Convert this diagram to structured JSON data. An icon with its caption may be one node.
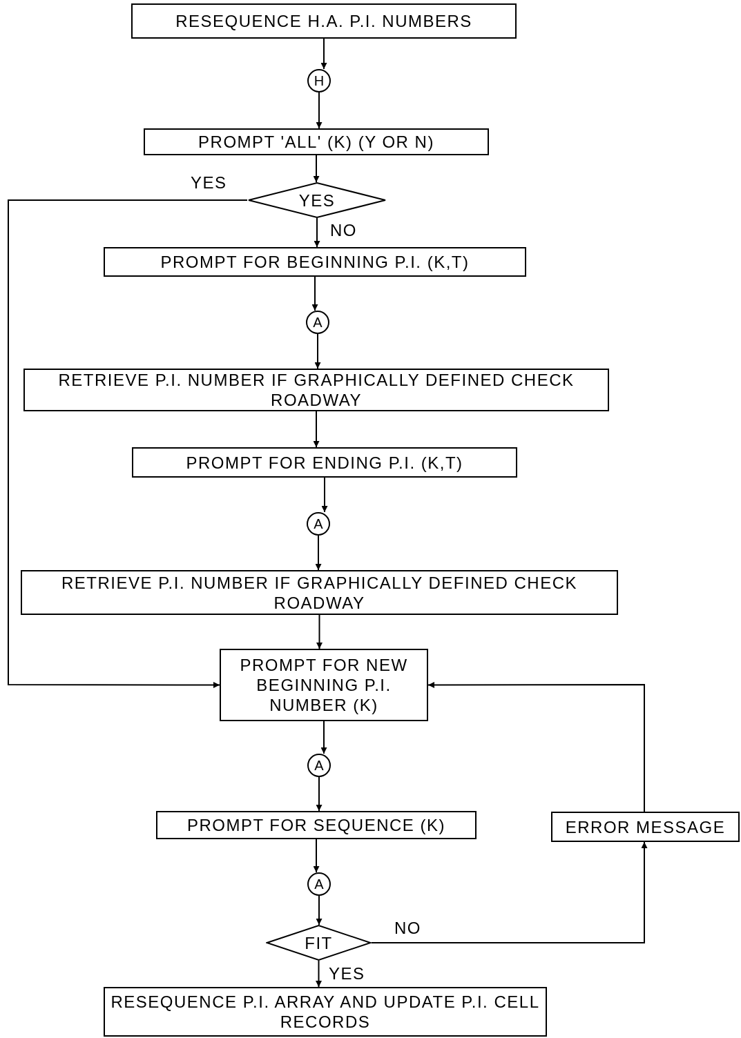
{
  "diagram": {
    "nodes": [
      {
        "text": [
          "RESEQUENCE H.A. P.I. NUMBERS"
        ]
      },
      {
        "text": [
          "H"
        ]
      },
      {
        "text": [
          "PROMPT 'ALL' (K) (Y OR N)"
        ]
      },
      {
        "text": [
          "YES"
        ]
      },
      {
        "text": [
          "PROMPT FOR BEGINNING P.I. (K,T)"
        ]
      },
      {
        "text": [
          "A"
        ]
      },
      {
        "text": [
          "RETRIEVE P.I. NUMBER IF GRAPHICALLY DEFINED CHECK ROADWAY"
        ]
      },
      {
        "text": [
          "PROMPT FOR ENDING P.I. (K,T)"
        ]
      },
      {
        "text": [
          "A"
        ]
      },
      {
        "text": [
          "RETRIEVE P.I. NUMBER IF GRAPHICALLY DEFINED CHECK ROADWAY"
        ]
      },
      {
        "text": [
          "PROMPT FOR NEW BEGINNING P.I. NUMBER (K)"
        ]
      },
      {
        "text": [
          "A"
        ]
      },
      {
        "text": [
          "PROMPT FOR SEQUENCE (K)"
        ]
      },
      {
        "text": [
          "ERROR MESSAGE"
        ]
      },
      {
        "text": [
          "A"
        ]
      },
      {
        "text": [
          "FIT"
        ]
      },
      {
        "text": [
          "RESEQUENCE P.I. ARRAY AND UPDATE P.I. CELL RECORDS"
        ]
      }
    ],
    "edges": [
      {
        "from": 0,
        "to": 1,
        "arrow": "to"
      },
      {
        "from": 1,
        "to": 2,
        "arrow": "to"
      },
      {
        "from": 2,
        "to": 3,
        "arrow": "to"
      },
      {
        "from": 3,
        "to": 4,
        "arrow": "to",
        "label": "NO"
      },
      {
        "from": 3,
        "to": 10,
        "arrow": "to",
        "label": "YES"
      },
      {
        "from": 4,
        "to": 5,
        "arrow": "to"
      },
      {
        "from": 5,
        "to": 6,
        "arrow": "to"
      },
      {
        "from": 6,
        "to": 7,
        "arrow": "to"
      },
      {
        "from": 7,
        "to": 8,
        "arrow": "to"
      },
      {
        "from": 8,
        "to": 9,
        "arrow": "to"
      },
      {
        "from": 9,
        "to": 10,
        "arrow": "to"
      },
      {
        "from": 10,
        "to": 11,
        "arrow": "to"
      },
      {
        "from": 11,
        "to": 12,
        "arrow": "to"
      },
      {
        "from": 12,
        "to": 14,
        "arrow": "to"
      },
      {
        "from": 14,
        "to": 15,
        "arrow": "to"
      },
      {
        "from": 15,
        "to": 16,
        "arrow": "to",
        "label": "YES"
      },
      {
        "from": 15,
        "to": 13,
        "arrow": "to",
        "label": "NO"
      },
      {
        "from": 13,
        "to": 10,
        "arrow": "to"
      }
    ]
  }
}
